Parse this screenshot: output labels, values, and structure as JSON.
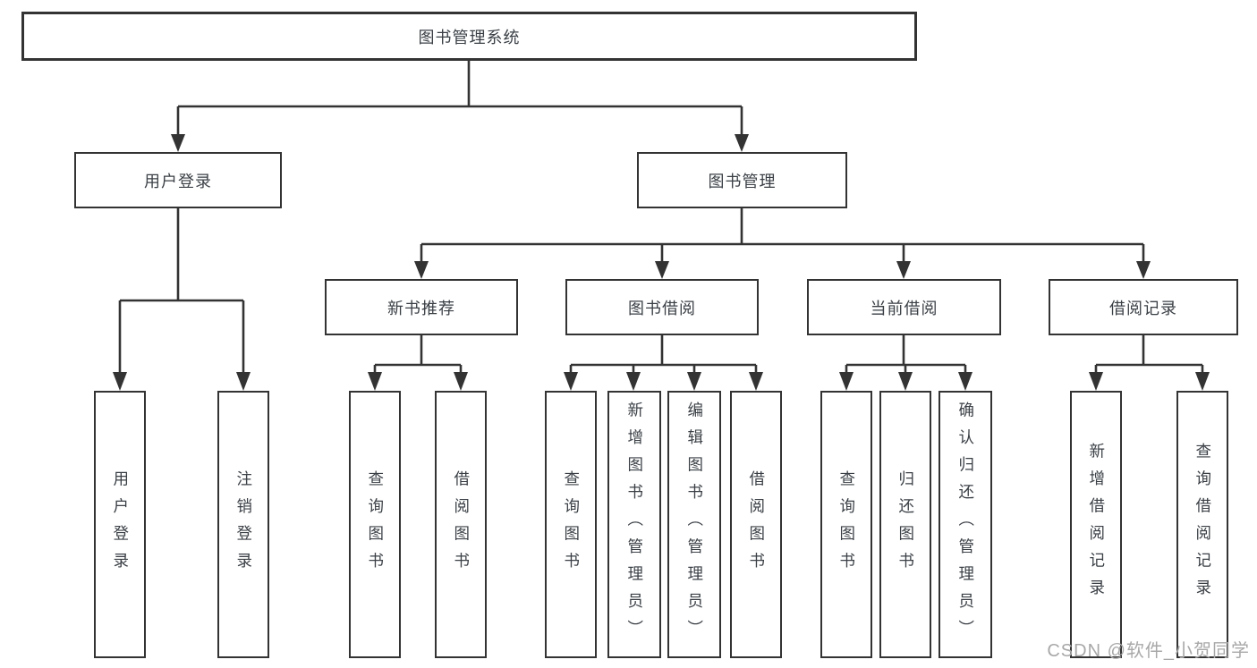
{
  "diagram": {
    "root": {
      "label": "图书管理系统"
    },
    "level2": [
      {
        "label": "用户登录"
      },
      {
        "label": "图书管理"
      }
    ],
    "level3": [
      {
        "label": "新书推荐"
      },
      {
        "label": "图书借阅"
      },
      {
        "label": "当前借阅"
      },
      {
        "label": "借阅记录"
      }
    ],
    "leaves": {
      "user_login": [
        "用户登录",
        "注销登录"
      ],
      "new_books": [
        "查询图书",
        "借阅图书"
      ],
      "book_borrow": [
        "查询图书",
        "新增图书（管理员）",
        "编辑图书（管理员）",
        "借阅图书"
      ],
      "current_borrow": [
        "查询图书",
        "归还图书",
        "确认归还（管理员）"
      ],
      "borrow_records": [
        "新增借阅记录",
        "查询借阅记录"
      ]
    },
    "watermark": "CSDN @软件_小贺同学"
  },
  "colors": {
    "line": "#333333",
    "text": "#3b4046",
    "wm": "#a8a8a8",
    "bg": "#ffffff"
  }
}
